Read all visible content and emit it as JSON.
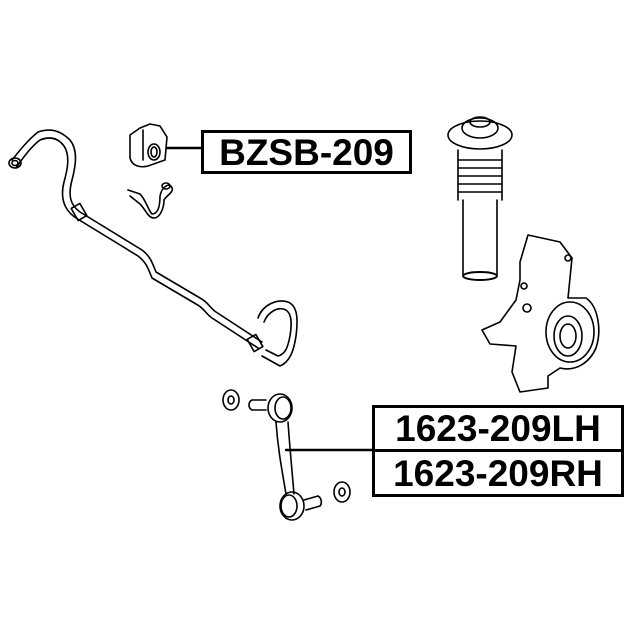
{
  "diagram": {
    "type": "automotive front suspension exploded parts diagram",
    "background": "#ffffff",
    "line_color": "#000000",
    "parts": [
      {
        "name": "stabilizer-bar",
        "label": null
      },
      {
        "name": "stabilizer-bushing",
        "label_ref": 0
      },
      {
        "name": "bushing-bracket",
        "label": null
      },
      {
        "name": "strut-mount-and-boot",
        "label": null
      },
      {
        "name": "steering-knuckle-hub",
        "label": null
      },
      {
        "name": "stabilizer-link",
        "label_ref": 1
      }
    ],
    "labels": [
      {
        "id": "bzsb",
        "text": "BZSB-209"
      },
      {
        "id": "lh",
        "text": "1623-209LH"
      },
      {
        "id": "rh",
        "text": "1623-209RH"
      }
    ]
  }
}
